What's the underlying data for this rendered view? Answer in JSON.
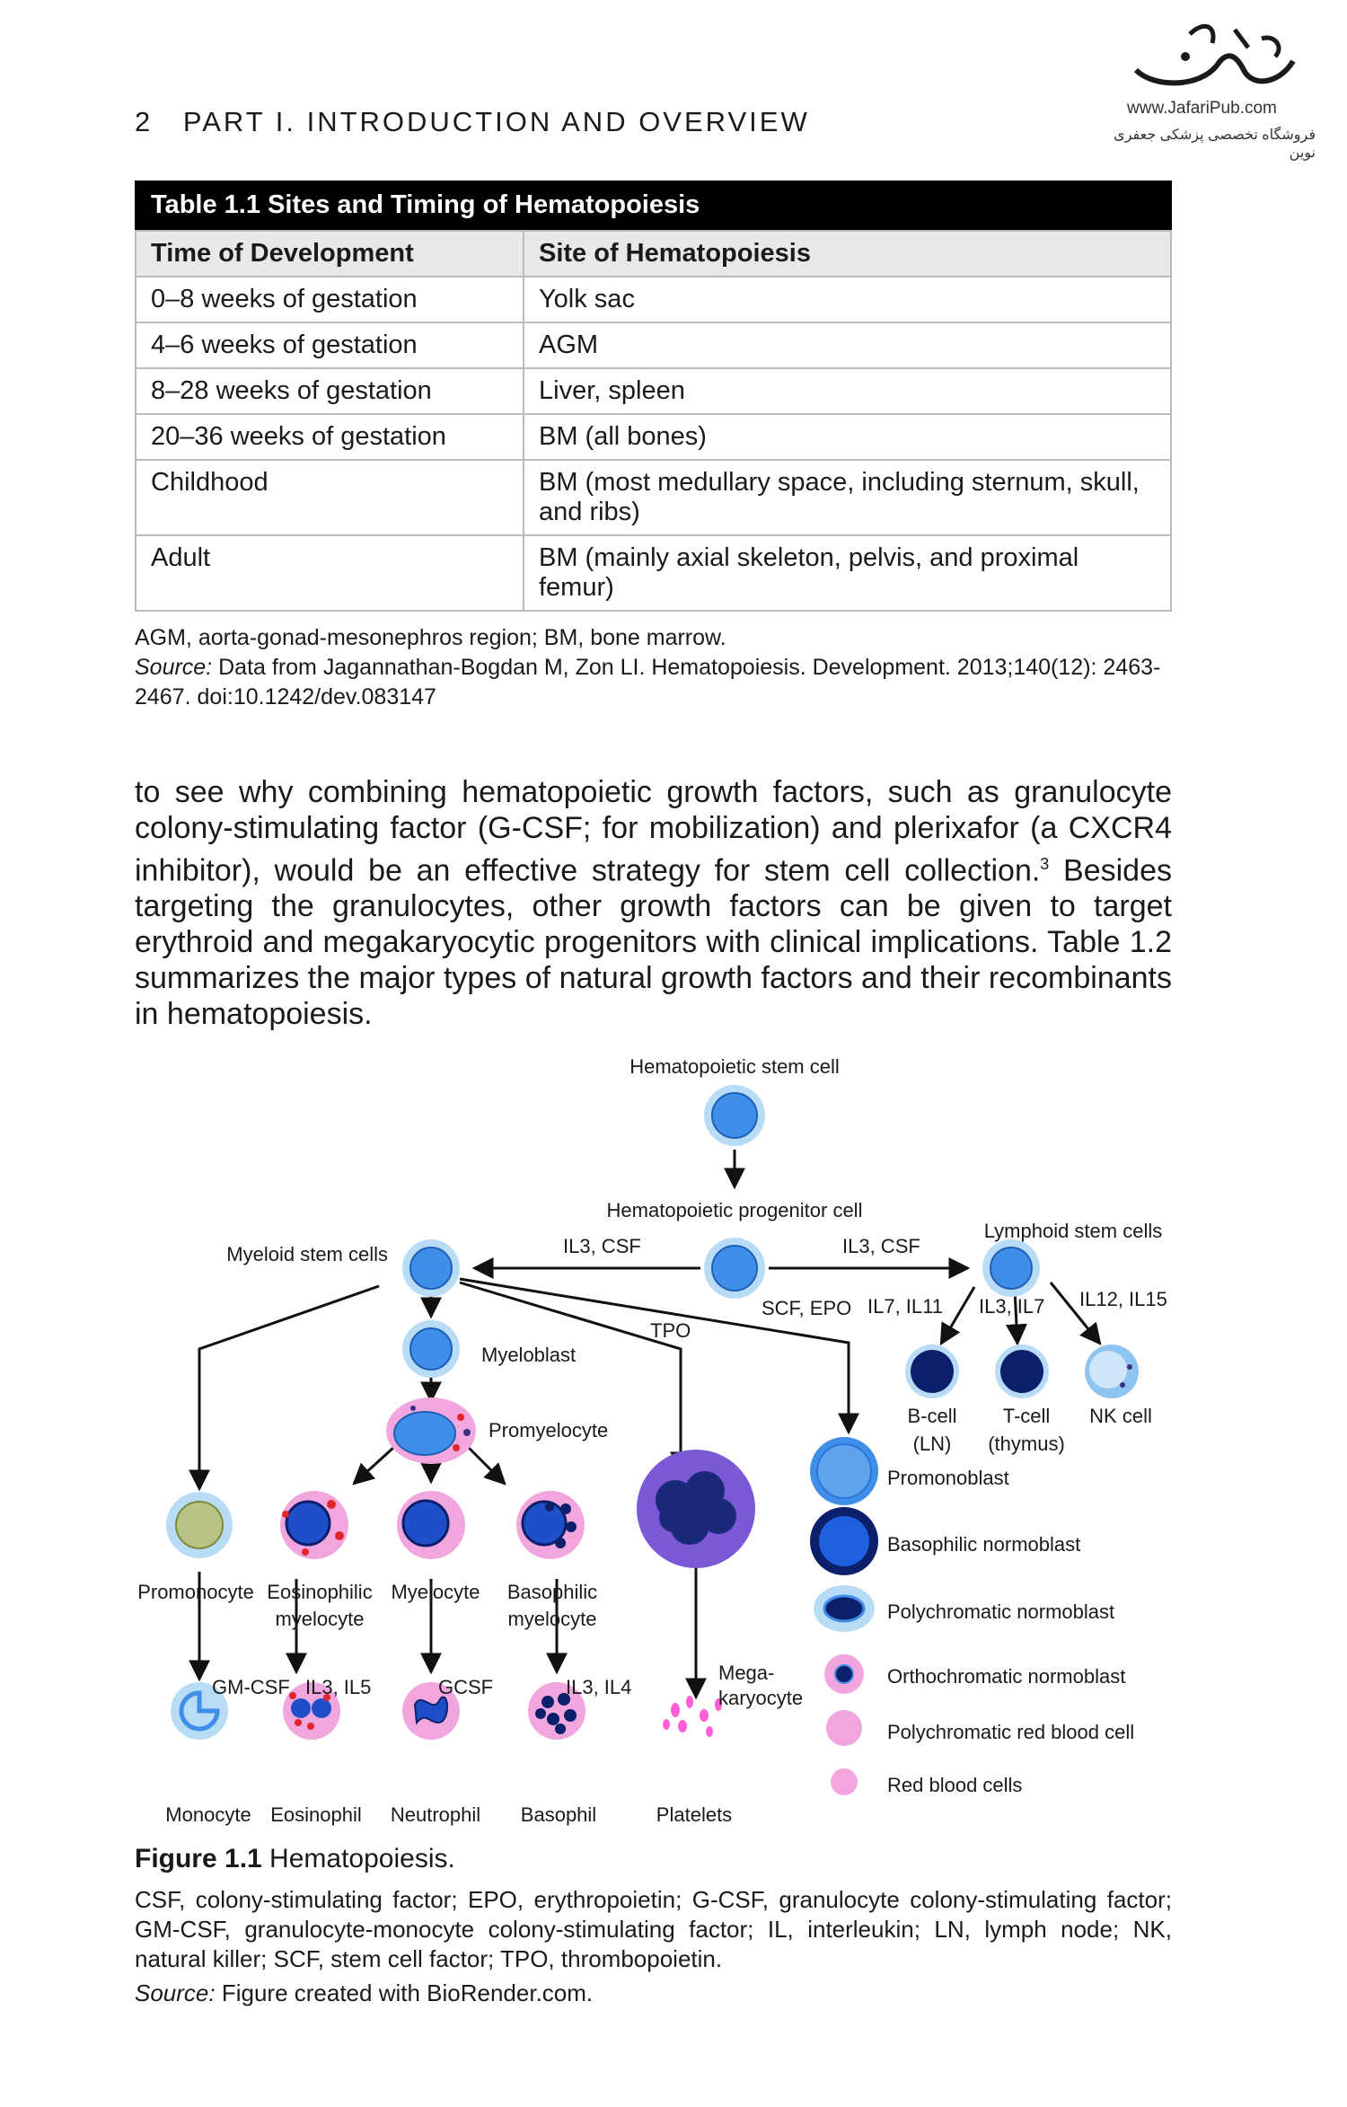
{
  "header": {
    "page_number": "2",
    "part_title": "PART I.  INTRODUCTION AND OVERVIEW"
  },
  "logo": {
    "site": "www.JafariPub.com",
    "fa": "فروشگاه تخصصی پزشکی جعفری نوین"
  },
  "table": {
    "title": "Table 1.1 Sites and Timing of Hematopoiesis",
    "headers": [
      "Time of Development",
      "Site of Hematopoiesis"
    ],
    "rows": [
      [
        "0–8 weeks of gestation",
        "Yolk sac"
      ],
      [
        "4–6 weeks of gestation",
        "AGM"
      ],
      [
        "8–28 weeks of gestation",
        "Liver, spleen"
      ],
      [
        "20–36 weeks of gestation",
        "BM (all bones)"
      ],
      [
        "Childhood",
        "BM (most medullary space, including sternum, skull, and ribs)"
      ],
      [
        "Adult",
        "BM (mainly axial skeleton, pelvis, and proximal femur)"
      ]
    ],
    "abbrev": "AGM, aorta-gonad-mesonephros region; BM, bone marrow.",
    "source_label": "Source:",
    "source_text": " Data from Jagannathan-Bogdan M, Zon LI. Hematopoiesis. Development. 2013;140(12): 2463-2467. doi:10.1242/dev.083147"
  },
  "body": {
    "text_a": "to see why combining hematopoietic growth factors, such as granulocyte colony-stimulating factor (G-CSF; for mobilization) and plerixafor (a CXCR4 inhibitor), would be an effective strategy for stem cell collection.",
    "ref": "3",
    "text_b": " Besides targeting the granulocytes, other growth factors can be given to target erythroid and megakaryocytic progenitors with clinical implications. Table 1.2 summarizes the major types of natural growth factors and their recombinants in hematopoiesis."
  },
  "figure": {
    "labels": {
      "hsc": "Hematopoietic stem cell",
      "hpc": "Hematopoietic progenitor cell",
      "myeloid": "Myeloid stem cells",
      "lymphoid": "Lymphoid stem cells",
      "il3csf_left": "IL3, CSF",
      "il3csf_right": "IL3, CSF",
      "scf_epo": "SCF, EPO",
      "tpo": "TPO",
      "il7il11": "IL7, IL11",
      "il3il7": "IL3, IL7",
      "il12il15": "IL12, IL15",
      "myeloblast": "Myeloblast",
      "promyelocyte": "Promyelocyte",
      "bcell_1": "B-cell",
      "bcell_2": "(LN)",
      "tcell_1": "T-cell",
      "tcell_2": "(thymus)",
      "nkcell": "NK cell",
      "promonoblast": "Promonoblast",
      "basophilic_normoblast": "Basophilic normoblast",
      "polychromatic_normoblast": "Polychromatic normoblast",
      "orthochromatic_normoblast": "Orthochromatic normoblast",
      "polychromatic_rbc": "Polychromatic red blood cell",
      "rbc": "Red blood cells",
      "promonocyte": "Promonocyte",
      "eos_myelocyte_1": "Eosinophilic",
      "eos_myelocyte_2": "myelocyte",
      "myelocyte": "Myelocyte",
      "baso_myelocyte_1": "Basophilic",
      "baso_myelocyte_2": "myelocyte",
      "megakaryocyte_1": "Mega-",
      "megakaryocyte_2": "karyocyte",
      "gmcsf": "GM-CSF",
      "il3il5": "IL3, IL5",
      "gcsf": "GCSF",
      "il3il4": "IL3, IL4",
      "monocyte": "Monocyte",
      "eosinophil": "Eosinophil",
      "neutrophil": "Neutrophil",
      "basophil": "Basophil",
      "platelets": "Platelets"
    },
    "colors": {
      "blue": "#3f8ee8",
      "halo": "#b9dcf6",
      "navy": "#0c1f6b",
      "pink": "#f2a6de",
      "magenta": "#ff5fd6",
      "red": "#e0262a",
      "olive": "#b8c384",
      "purple": "#3a2e8a"
    }
  },
  "caption": {
    "label": "Figure 1.1",
    "title": " Hematopoiesis.",
    "desc": "CSF, colony-stimulating factor; EPO, erythropoietin; G-CSF, granulocyte colony-stimulating factor; GM-CSF, granulocyte-monocyte colony-stimulating factor; IL, interleukin; LN, lymph node; NK, natural killer; SCF, stem cell factor; TPO, thrombopoietin.",
    "source_label": "Source:",
    "source_text": " Figure created with BioRender.com."
  }
}
